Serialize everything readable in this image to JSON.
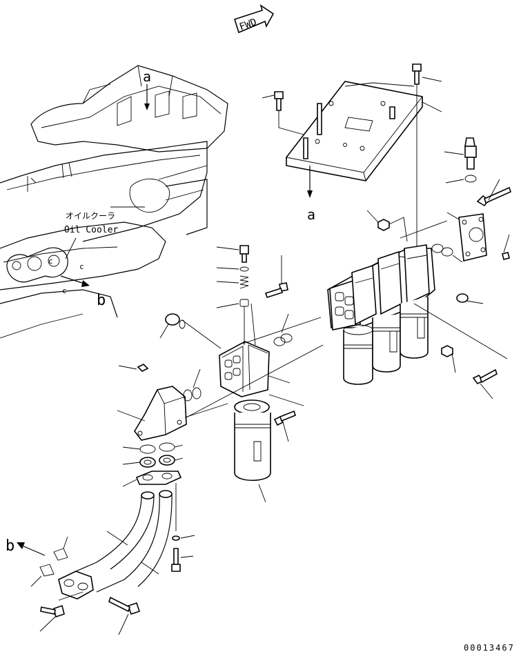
{
  "arrow_fwd": "FWD",
  "callouts": {
    "a_top": "a",
    "a_plate": "a",
    "b_left": "b",
    "b_bottom": "b"
  },
  "oil_cooler": {
    "label_jp": "オイルクーラ",
    "label_en": "Oil Cooler"
  },
  "small_marks": [
    "c",
    "c",
    "c"
  ],
  "drawing_number": "00013467"
}
